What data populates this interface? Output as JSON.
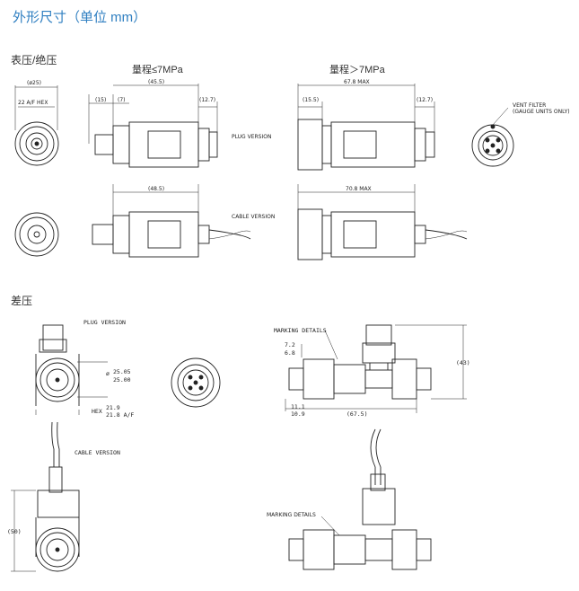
{
  "title": "外形尺寸（单位 mm）",
  "sections": {
    "gauge_abs": "表压/绝压",
    "diff": "差压"
  },
  "ranges": {
    "low": "量程≤7MPa",
    "high": "量程＞7MPa"
  },
  "top": {
    "dim_25": "(ø25)",
    "dim_22": "22 A/F HEX",
    "dim_45_5": "(45.5)",
    "dim_15": "(15)",
    "dim_7": "(7)",
    "dim_12_7a": "(12.7)",
    "dim_67_8": "67.8 MAX",
    "dim_15_5": "(15.5)",
    "dim_12_7b": "(12.7)",
    "plug_version": "PLUG VERSION",
    "cable_version": "CABLE VERSION",
    "dim_48_5": "(48.5)",
    "dim_70_8": "70.8 MAX",
    "vent_filter_1": "VENT FILTER",
    "vent_filter_2": "(GAUGE UNITS ONLY)"
  },
  "bottom": {
    "plug_version": "PLUG VERSION",
    "cable_version": "CABLE VERSION",
    "dia_a": "25.05",
    "dia_b": "25.00",
    "dia_sym": "ø",
    "hex": "HEX",
    "hex_a": "21.9",
    "hex_b": "21.8 A/F",
    "marking_details_1": "MARKING DETAILS",
    "marking_details_2": "MARKING DETAILS",
    "d72": "7.2",
    "d68": "6.8",
    "d111": "11.1",
    "d109": "10.9",
    "d675": "(67.5)",
    "d43": "(43)",
    "d50": "(50)"
  }
}
